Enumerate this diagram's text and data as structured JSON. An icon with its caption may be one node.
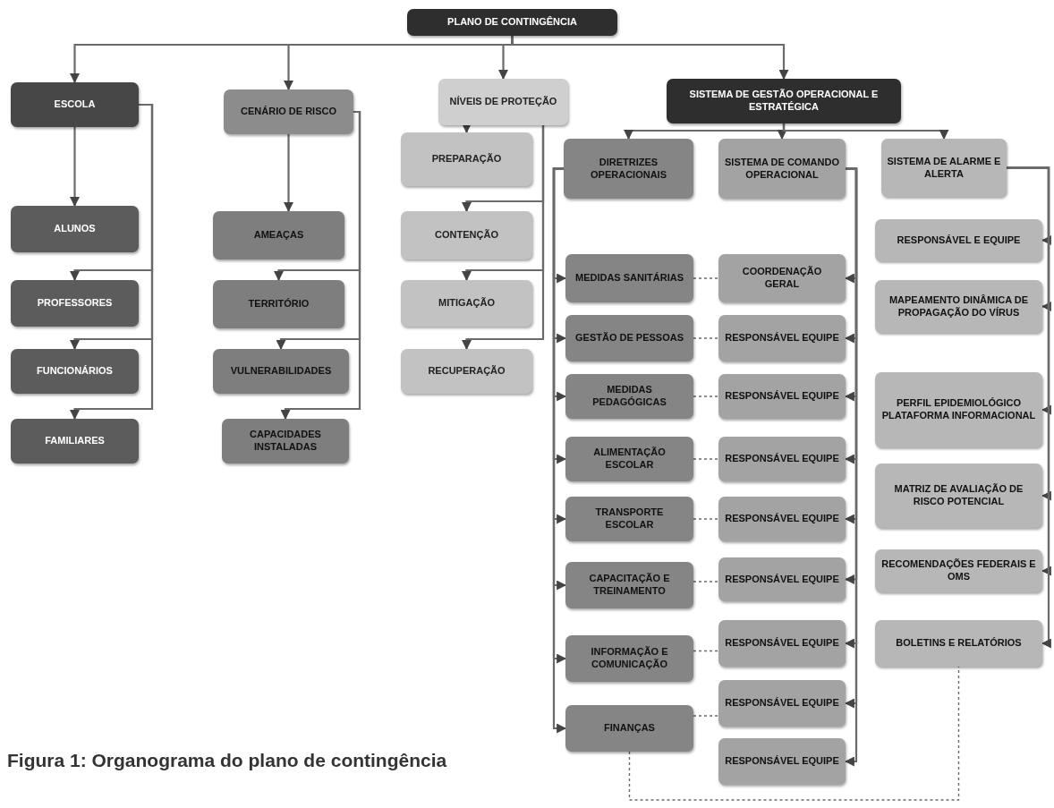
{
  "diagram": {
    "caption": "Figura 1: Organograma do plano de contingência",
    "nodes": [
      {
        "text": [
          "PLANO DE CONTINGÊNCIA"
        ]
      },
      {
        "text": [
          "ESCOLA"
        ]
      },
      {
        "text": [
          "CENÁRIO DE RISCO"
        ]
      },
      {
        "text": [
          "NÍVEIS DE PROTEÇÃO"
        ]
      },
      {
        "text": [
          "SISTEMA DE GESTÃO OPERACIONAL E ESTRATÉGICA"
        ]
      },
      {
        "text": [
          "ALUNOS"
        ]
      },
      {
        "text": [
          "PROFESSORES"
        ]
      },
      {
        "text": [
          "FUNCIONÁRIOS"
        ]
      },
      {
        "text": [
          "FAMILIARES"
        ]
      },
      {
        "text": [
          "AMEAÇAS"
        ]
      },
      {
        "text": [
          "TERRITÓRIO"
        ]
      },
      {
        "text": [
          "VULNERABILIDADES"
        ]
      },
      {
        "text": [
          "CAPACIDADES INSTALADAS"
        ]
      },
      {
        "text": [
          "PREPARAÇÃO"
        ]
      },
      {
        "text": [
          "CONTENÇÃO"
        ]
      },
      {
        "text": [
          "MITIGAÇÃO"
        ]
      },
      {
        "text": [
          "RECUPERAÇÃO"
        ]
      },
      {
        "text": [
          "DIRETRIZES OPERACIONAIS"
        ]
      },
      {
        "text": [
          "SISTEMA DE COMANDO OPERACIONAL"
        ]
      },
      {
        "text": [
          "SISTEMA DE ALARME E ALERTA"
        ]
      },
      {
        "text": [
          "MEDIDAS SANITÁRIAS"
        ]
      },
      {
        "text": [
          "GESTÃO DE PESSOAS"
        ]
      },
      {
        "text": [
          "MEDIDAS PEDAGÓGICAS"
        ]
      },
      {
        "text": [
          "ALIMENTAÇÃO ESCOLAR"
        ]
      },
      {
        "text": [
          "TRANSPORTE ESCOLAR"
        ]
      },
      {
        "text": [
          "CAPACITAÇÃO E TREINAMENTO"
        ]
      },
      {
        "text": [
          "INFORMAÇÃO E COMUNICAÇÃO"
        ]
      },
      {
        "text": [
          "FINANÇAS"
        ]
      },
      {
        "text": [
          "COORDENAÇÃO GERAL"
        ]
      },
      {
        "text": [
          "RESPONSÁVEL EQUIPE"
        ]
      },
      {
        "text": [
          "RESPONSÁVEL EQUIPE"
        ]
      },
      {
        "text": [
          "RESPONSÁVEL EQUIPE"
        ]
      },
      {
        "text": [
          "RESPONSÁVEL EQUIPE"
        ]
      },
      {
        "text": [
          "RESPONSÁVEL EQUIPE"
        ]
      },
      {
        "text": [
          "RESPONSÁVEL EQUIPE"
        ]
      },
      {
        "text": [
          "RESPONSÁVEL EQUIPE"
        ]
      },
      {
        "text": [
          "RESPONSÁVEL EQUIPE"
        ]
      },
      {
        "text": [
          "RESPONSÁVEL E EQUIPE"
        ]
      },
      {
        "text": [
          "MAPEAMENTO DINÂMICA DE PROPAGAÇÃO DO VÍRUS"
        ]
      },
      {
        "text": [
          "PERFIL EPIDEMIOLÓGICO PLATAFORMA INFORMACIONAL"
        ]
      },
      {
        "text": [
          "MATRIZ DE AVALIAÇÃO DE RISCO POTENCIAL"
        ]
      },
      {
        "text": [
          "RECOMENDAÇÕES FEDERAIS E OMS"
        ]
      },
      {
        "text": [
          "BOLETINS E RELATÓRIOS"
        ]
      }
    ],
    "edges": [
      {
        "from": 0,
        "to": 1,
        "arrow": "to"
      },
      {
        "from": 0,
        "to": 2,
        "arrow": "to"
      },
      {
        "from": 0,
        "to": 3,
        "arrow": "to"
      },
      {
        "from": 0,
        "to": 4,
        "arrow": "to"
      },
      {
        "from": 1,
        "to": 5,
        "arrow": "to"
      },
      {
        "from": 1,
        "to": 6,
        "arrow": "to"
      },
      {
        "from": 1,
        "to": 7,
        "arrow": "to"
      },
      {
        "from": 1,
        "to": 8,
        "arrow": "to"
      },
      {
        "from": 2,
        "to": 9,
        "arrow": "to"
      },
      {
        "from": 2,
        "to": 10,
        "arrow": "to"
      },
      {
        "from": 2,
        "to": 11,
        "arrow": "to"
      },
      {
        "from": 2,
        "to": 12,
        "arrow": "to"
      },
      {
        "from": 3,
        "to": 13,
        "arrow": "to"
      },
      {
        "from": 3,
        "to": 14,
        "arrow": "to"
      },
      {
        "from": 3,
        "to": 15,
        "arrow": "to"
      },
      {
        "from": 3,
        "to": 16,
        "arrow": "to"
      },
      {
        "from": 4,
        "to": 17,
        "arrow": "to"
      },
      {
        "from": 4,
        "to": 18,
        "arrow": "to"
      },
      {
        "from": 4,
        "to": 19,
        "arrow": "to"
      },
      {
        "from": 17,
        "to": 20,
        "arrow": "to"
      },
      {
        "from": 17,
        "to": 21,
        "arrow": "to"
      },
      {
        "from": 17,
        "to": 22,
        "arrow": "to"
      },
      {
        "from": 17,
        "to": 23,
        "arrow": "to"
      },
      {
        "from": 17,
        "to": 24,
        "arrow": "to"
      },
      {
        "from": 17,
        "to": 25,
        "arrow": "to"
      },
      {
        "from": 17,
        "to": 26,
        "arrow": "to"
      },
      {
        "from": 17,
        "to": 27,
        "arrow": "to"
      },
      {
        "from": 18,
        "to": 28,
        "arrow": "to"
      },
      {
        "from": 18,
        "to": 29,
        "arrow": "to"
      },
      {
        "from": 18,
        "to": 30,
        "arrow": "to"
      },
      {
        "from": 18,
        "to": 31,
        "arrow": "to"
      },
      {
        "from": 18,
        "to": 32,
        "arrow": "to"
      },
      {
        "from": 18,
        "to": 33,
        "arrow": "to"
      },
      {
        "from": 18,
        "to": 34,
        "arrow": "to"
      },
      {
        "from": 18,
        "to": 35,
        "arrow": "to"
      },
      {
        "from": 18,
        "to": 36,
        "arrow": "to"
      },
      {
        "from": 19,
        "to": 37,
        "arrow": "to"
      },
      {
        "from": 19,
        "to": 38,
        "arrow": "to"
      },
      {
        "from": 19,
        "to": 39,
        "arrow": "to"
      },
      {
        "from": 19,
        "to": 40,
        "arrow": "to"
      },
      {
        "from": 19,
        "to": 41,
        "arrow": "to"
      },
      {
        "from": 19,
        "to": 42,
        "arrow": "to"
      },
      {
        "from": 20,
        "to": 28,
        "arrow": "none",
        "style": "dashed"
      },
      {
        "from": 21,
        "to": 29,
        "arrow": "none",
        "style": "dashed"
      },
      {
        "from": 22,
        "to": 30,
        "arrow": "none",
        "style": "dashed"
      },
      {
        "from": 23,
        "to": 31,
        "arrow": "none",
        "style": "dashed"
      },
      {
        "from": 24,
        "to": 32,
        "arrow": "none",
        "style": "dashed"
      },
      {
        "from": 25,
        "to": 33,
        "arrow": "none",
        "style": "dashed"
      },
      {
        "from": 26,
        "to": 34,
        "arrow": "none",
        "style": "dashed"
      },
      {
        "from": 27,
        "to": 35,
        "arrow": "none",
        "style": "dashed"
      },
      {
        "from": 27,
        "to": 42,
        "arrow": "none",
        "style": "dashed"
      }
    ]
  }
}
